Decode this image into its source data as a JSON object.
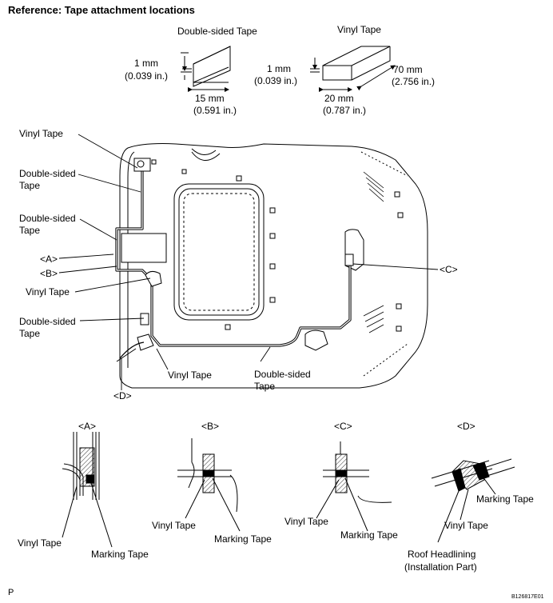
{
  "title": "Reference: Tape attachment locations",
  "tape_specs": {
    "double_sided": {
      "name": "Double-sided Tape",
      "thickness_mm": "1 mm",
      "thickness_in": "(0.039 in.)",
      "width_mm": "15 mm",
      "width_in": "(0.591 in.)"
    },
    "vinyl": {
      "name": "Vinyl Tape",
      "thickness_mm": "1 mm",
      "thickness_in": "(0.039 in.)",
      "width_mm": "20 mm",
      "width_in": "(0.787 in.)",
      "length_mm": "70 mm",
      "length_in": "(2.756 in.)"
    }
  },
  "callouts": {
    "vinyl_tape_1": "Vinyl Tape",
    "double_sided_1a": "Double-sided",
    "double_sided_1b": "Tape",
    "double_sided_2a": "Double-sided",
    "double_sided_2b": "Tape",
    "marker_a": "<A>",
    "marker_b": "<B>",
    "vinyl_tape_2": "Vinyl Tape",
    "double_sided_3a": "Double-sided",
    "double_sided_3b": "Tape",
    "marker_c": "<C>",
    "vinyl_tape_3": "Vinyl Tape",
    "double_sided_4a": "Double-sided",
    "double_sided_4b": "Tape",
    "marker_d": "<D>"
  },
  "details": {
    "a": {
      "title": "<A>",
      "vinyl": "Vinyl Tape",
      "marking": "Marking Tape"
    },
    "b": {
      "title": "<B>",
      "vinyl": "Vinyl Tape",
      "marking": "Marking Tape"
    },
    "c": {
      "title": "<C>",
      "vinyl": "Vinyl Tape",
      "marking": "Marking Tape"
    },
    "d": {
      "title": "<D>",
      "marking": "Marking Tape",
      "vinyl": "Vinyl Tape",
      "headlining_a": "Roof Headlining",
      "headlining_b": "(Installation Part)"
    }
  },
  "footer": {
    "left": "P",
    "right": "B126817E01"
  }
}
